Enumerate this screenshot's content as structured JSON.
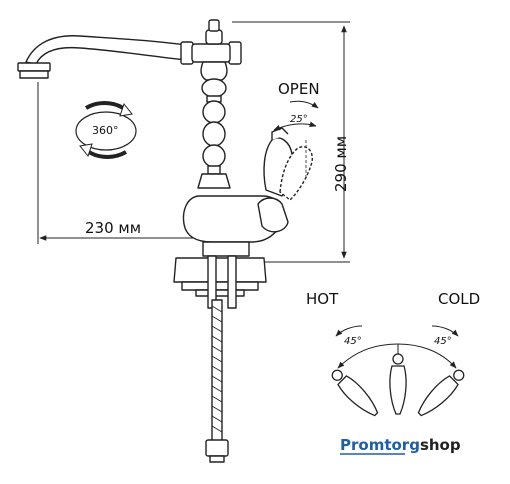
{
  "labels": {
    "width_dim": "230 мм",
    "height_dim": "290 мм",
    "rotation": "360°",
    "open": "OPEN",
    "open_angle": "25°",
    "hot": "HOT",
    "cold": "COLD",
    "hot_angle": "45°",
    "cold_angle": "45°"
  },
  "logo": {
    "brand": "Promtorg",
    "suffix": "shop",
    "brand_color": "#1f5fa8",
    "suffix_color": "#222222"
  },
  "colors": {
    "line": "#222222",
    "fill": "#ffffff"
  }
}
